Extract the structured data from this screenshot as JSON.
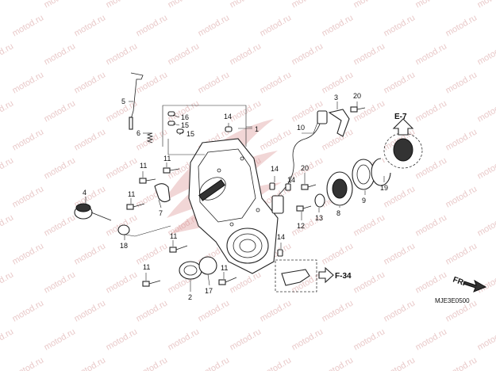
{
  "watermark": "motod.ru",
  "drawing_code": "MJE3E0500",
  "direction_label": "FR.",
  "references": {
    "e7": "E-7",
    "f34": "F-34"
  },
  "callouts": [
    {
      "key": "c1",
      "text": "1"
    },
    {
      "key": "c2",
      "text": "2"
    },
    {
      "key": "c3",
      "text": "3"
    },
    {
      "key": "c4",
      "text": "4"
    },
    {
      "key": "c5",
      "text": "5"
    },
    {
      "key": "c6",
      "text": "6"
    },
    {
      "key": "c7",
      "text": "7"
    },
    {
      "key": "c8",
      "text": "8"
    },
    {
      "key": "c9",
      "text": "9"
    },
    {
      "key": "c10",
      "text": "10"
    },
    {
      "key": "c11a",
      "text": "11"
    },
    {
      "key": "c11b",
      "text": "11"
    },
    {
      "key": "c11c",
      "text": "11"
    },
    {
      "key": "c11d",
      "text": "11"
    },
    {
      "key": "c11e",
      "text": "11"
    },
    {
      "key": "c11f",
      "text": "11"
    },
    {
      "key": "c12",
      "text": "12"
    },
    {
      "key": "c13",
      "text": "13"
    },
    {
      "key": "c14a",
      "text": "14"
    },
    {
      "key": "c14b",
      "text": "14"
    },
    {
      "key": "c14c",
      "text": "14"
    },
    {
      "key": "c14d",
      "text": "14"
    },
    {
      "key": "c15a",
      "text": "15"
    },
    {
      "key": "c15b",
      "text": "15"
    },
    {
      "key": "c16",
      "text": "16"
    },
    {
      "key": "c17",
      "text": "17"
    },
    {
      "key": "c18",
      "text": "18"
    },
    {
      "key": "c19",
      "text": "19"
    },
    {
      "key": "c20a",
      "text": "20"
    },
    {
      "key": "c20b",
      "text": "20"
    }
  ]
}
